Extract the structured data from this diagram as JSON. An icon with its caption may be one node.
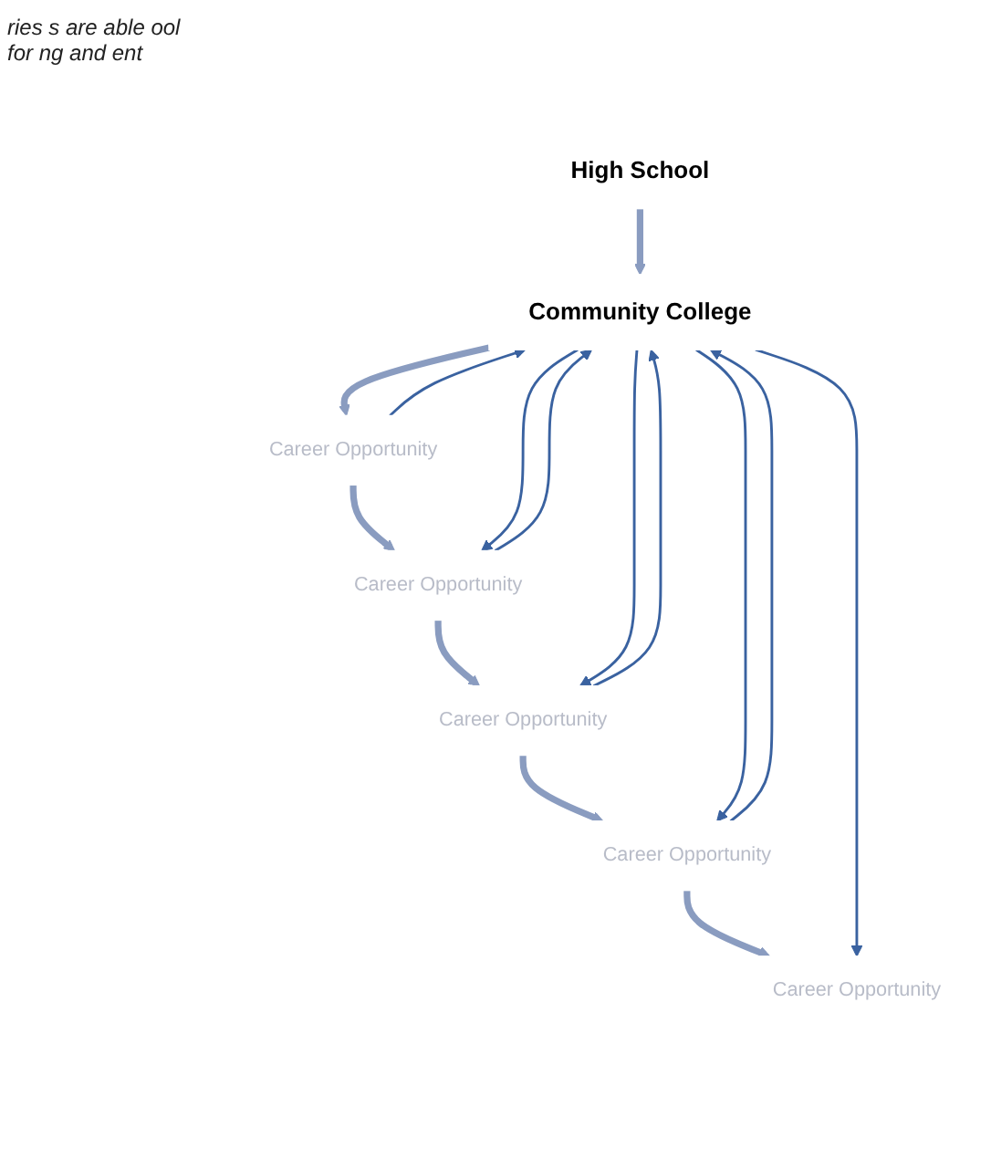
{
  "diagram": {
    "nodes": [
      {
        "text": [
          "High School"
        ]
      },
      {
        "text": [
          "Community College"
        ]
      },
      {
        "text": [
          "Career Opportunity"
        ]
      },
      {
        "text": [
          "Career Opportunity"
        ]
      },
      {
        "text": [
          "Career Opportunity"
        ]
      },
      {
        "text": [
          "Career Opportunity"
        ]
      },
      {
        "text": [
          "Career Opportunity"
        ]
      }
    ],
    "edges": [
      {
        "from": 0,
        "to": 1,
        "arrow": "to",
        "style": "thick"
      },
      {
        "from": 1,
        "to": 2,
        "arrow": "to",
        "style": "thick"
      },
      {
        "from": 2,
        "to": 3,
        "arrow": "to",
        "style": "thick"
      },
      {
        "from": 3,
        "to": 4,
        "arrow": "to",
        "style": "thick"
      },
      {
        "from": 4,
        "to": 5,
        "arrow": "to",
        "style": "thick"
      },
      {
        "from": 5,
        "to": 6,
        "arrow": "to",
        "style": "thick"
      },
      {
        "from": 1,
        "to": 3,
        "arrow": "to"
      },
      {
        "from": 1,
        "to": 4,
        "arrow": "to"
      },
      {
        "from": 1,
        "to": 5,
        "arrow": "to"
      },
      {
        "from": 1,
        "to": 6,
        "arrow": "to"
      },
      {
        "from": 2,
        "to": 1,
        "arrow": "to"
      },
      {
        "from": 3,
        "to": 1,
        "arrow": "to"
      },
      {
        "from": 4,
        "to": 1,
        "arrow": "to"
      },
      {
        "from": 5,
        "to": 1,
        "arrow": "to"
      }
    ],
    "labels": [
      "ries s are able ool for ng and ent"
    ]
  }
}
